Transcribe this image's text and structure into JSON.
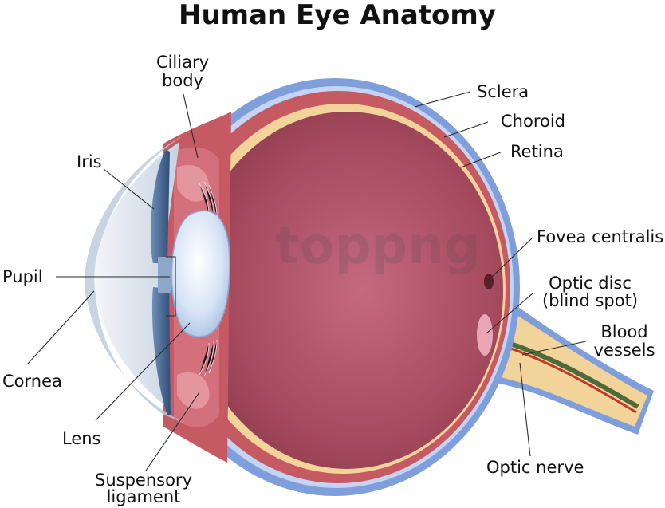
{
  "title": "Human Eye Anatomy",
  "watermark": "toppng",
  "colors": {
    "sclera": "#7f9fdc",
    "sclera_inner": "#c4d4f2",
    "choroid": "#c65a63",
    "retina": "#f2d39a",
    "vitreous": "#a84a5d",
    "lens": "#cfe0f4",
    "iris": "#4e6f95",
    "cornea": "#e8edf3",
    "optic_nerve": "#f2d39a",
    "vessel_red": "#c0392b",
    "vessel_green": "#4f6b3a"
  },
  "labels": {
    "ciliary_body": [
      "Ciliary",
      "body"
    ],
    "iris": "Iris",
    "pupil": "Pupil",
    "cornea": "Cornea",
    "lens": "Lens",
    "suspensory_ligament": [
      "Suspensory",
      "ligament"
    ],
    "sclera": "Sclera",
    "choroid": "Choroid",
    "retina": "Retina",
    "fovea_centralis": "Fovea centralis",
    "optic_disc": [
      "Optic disc",
      "(blind spot)"
    ],
    "blood_vessels": [
      "Blood",
      "vessels"
    ],
    "optic_nerve": "Optic nerve"
  }
}
